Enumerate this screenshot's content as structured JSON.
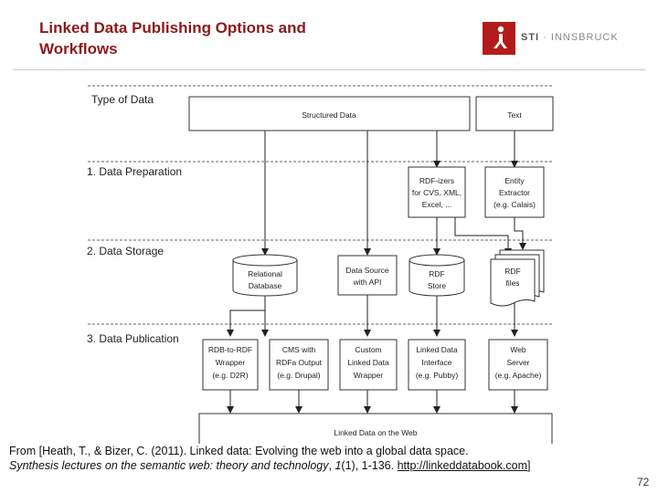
{
  "slide": {
    "title_line1": "Linked Data Publishing Options and",
    "title_line2": "Workflows",
    "page_number": "72"
  },
  "logo": {
    "brand": "STI",
    "separator": " · ",
    "city": "INNSBRUCK",
    "color": "#b31b1b"
  },
  "diagram": {
    "sections": [
      "Type of Data",
      "1. Data Preparation",
      "2. Data Storage",
      "3. Data Publication"
    ],
    "data_types": {
      "structured": "Structured Data",
      "text": "Text"
    },
    "preparation": {
      "rdfizers": [
        "RDF-izers",
        "for CVS, XML,",
        "Excel, ..."
      ],
      "entity_extractor": [
        "Entity",
        "Extractor",
        "(e.g. Calais)"
      ]
    },
    "storage": {
      "relational_db": [
        "Relational",
        "Database"
      ],
      "data_source_api": [
        "Data Source",
        "with API"
      ],
      "rdf_store": [
        "RDF",
        "Store"
      ],
      "rdf_files": [
        "RDF",
        "files"
      ]
    },
    "publication": {
      "rdb_to_rdf": [
        "RDB-to-RDF",
        "Wrapper",
        "(e.g. D2R)"
      ],
      "cms_rdfa": [
        "CMS with",
        "RDFa Output",
        "(e.g. Drupal)"
      ],
      "custom_wrapper": [
        "Custom",
        "Linked Data",
        "Wrapper"
      ],
      "ld_interface": [
        "Linked Data",
        "Interface",
        "(e.g. Pubby)"
      ],
      "web_server": [
        "Web",
        "Server",
        "(e.g. Apache)"
      ]
    },
    "web": "Linked Data on the Web"
  },
  "caption": {
    "line1": "From [Heath, T., & Bizer, C. (2011). Linked data: Evolving the web into a global data space.",
    "italic1": "Synthesis lectures on the semantic web: theory and technology",
    "mid": ", ",
    "italic2": "1",
    "rest": "(1), 1-136. ",
    "link": "http://linkeddatabook.com",
    "close": "]"
  }
}
